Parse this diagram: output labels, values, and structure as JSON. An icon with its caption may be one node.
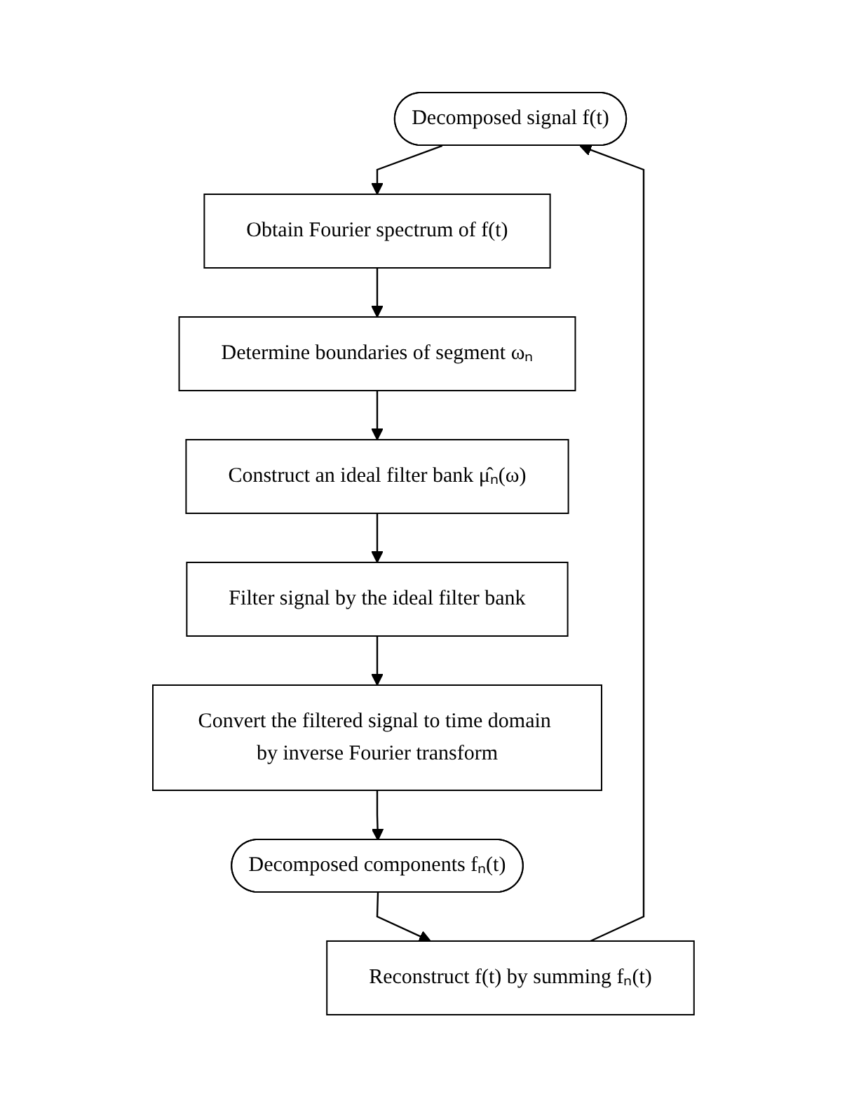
{
  "diagram": {
    "nodes": [
      {
        "text": [
          "Decomposed signal f(t)"
        ]
      },
      {
        "text": [
          "Obtain Fourier spectrum of f(t)"
        ]
      },
      {
        "text": [
          "Determine boundaries of segment ωₙ"
        ]
      },
      {
        "text": [
          "Construct an ideal filter bank μ̂ₙ(ω)"
        ]
      },
      {
        "text": [
          "Filter signal by the ideal filter bank"
        ]
      },
      {
        "text": [
          "Convert the filtered signal to time domain by inverse Fourier transform"
        ]
      },
      {
        "text": [
          "Decomposed components fₙ(t)"
        ]
      },
      {
        "text": [
          "Reconstruct f(t) by summing fₙ(t)"
        ]
      }
    ],
    "edges": [
      {
        "from": 0,
        "to": 1,
        "arrow": "to"
      },
      {
        "from": 1,
        "to": 2,
        "arrow": "to"
      },
      {
        "from": 2,
        "to": 3,
        "arrow": "to"
      },
      {
        "from": 3,
        "to": 4,
        "arrow": "to"
      },
      {
        "from": 4,
        "to": 5,
        "arrow": "to"
      },
      {
        "from": 5,
        "to": 6,
        "arrow": "to"
      },
      {
        "from": 6,
        "to": 7,
        "arrow": "to"
      },
      {
        "from": 7,
        "to": 0,
        "arrow": "to"
      }
    ]
  }
}
